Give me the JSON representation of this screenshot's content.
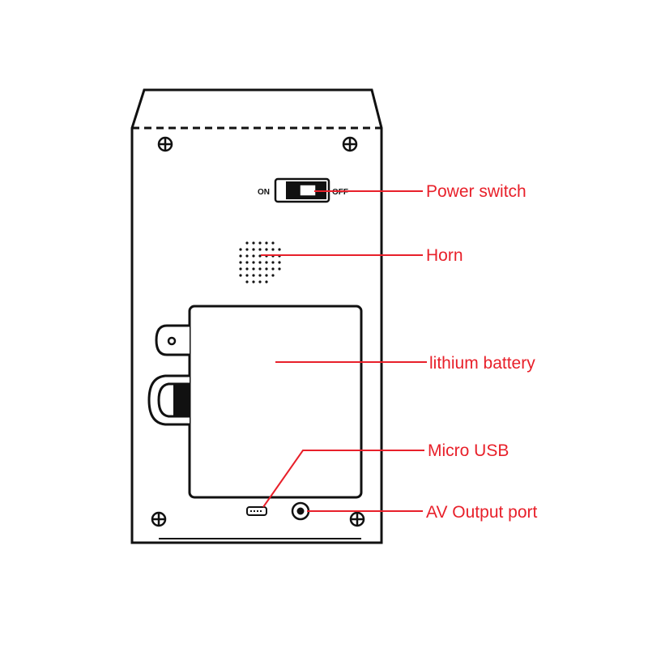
{
  "switch_text": {
    "on": "ON",
    "off": "OFF"
  },
  "callouts": [
    {
      "key": "power_switch",
      "text": "Power switch"
    },
    {
      "key": "horn",
      "text": "Horn"
    },
    {
      "key": "battery",
      "text": "lithium battery"
    },
    {
      "key": "usb",
      "text": "Micro USB"
    },
    {
      "key": "av",
      "text": "AV Output port"
    }
  ],
  "colors": {
    "outline": "#111111",
    "callout": "#e8202a"
  }
}
